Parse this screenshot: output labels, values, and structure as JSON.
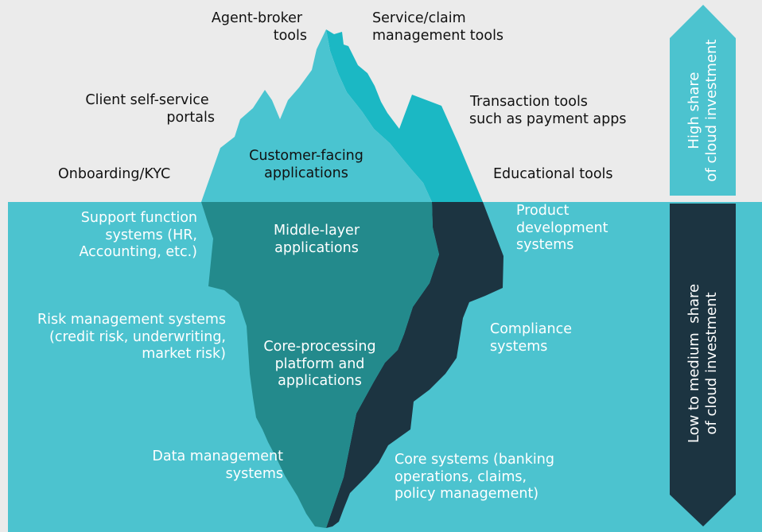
{
  "colors": {
    "background_above": "#ebebeb",
    "water": "#4cc3cf",
    "iceberg_light": "#4ac4d0",
    "iceberg_bright": "#1bb8c4",
    "iceberg_mid": "#238a8c",
    "iceberg_dark": "#1c3441",
    "text_dark": "#111111",
    "text_light": "#ffffff"
  },
  "above_water": {
    "agent_broker": [
      "Agent-broker",
      "tools"
    ],
    "service_claim": [
      "Service/claim",
      "management tools"
    ],
    "client_self_service": [
      "Client self-service",
      "portals"
    ],
    "transaction_tools": [
      "Transaction tools",
      "such as payment apps"
    ],
    "onboarding": "Onboarding/KYC",
    "educational_tools": "Educational tools",
    "customer_facing": [
      "Customer-facing",
      "applications"
    ]
  },
  "below_water": {
    "support_function": [
      "Support function",
      "systems (HR,",
      "Accounting, etc.)"
    ],
    "middle_layer": [
      "Middle-layer",
      "applications"
    ],
    "product_development": [
      "Product",
      "development",
      "systems"
    ],
    "risk_management": [
      "Risk management systems",
      "(credit risk, underwriting,",
      "market risk)"
    ],
    "core_processing": [
      "Core-processing",
      "platform and",
      "applications"
    ],
    "compliance": [
      "Compliance",
      "systems"
    ],
    "data_management": [
      "Data management",
      "systems"
    ],
    "core_systems": [
      "Core systems (banking",
      "operations, claims,",
      "policy management)"
    ]
  },
  "arrow": {
    "high_share": [
      "High share",
      "of cloud investment"
    ],
    "low_medium_share": [
      "Low to medium  share",
      "of cloud investment"
    ]
  }
}
